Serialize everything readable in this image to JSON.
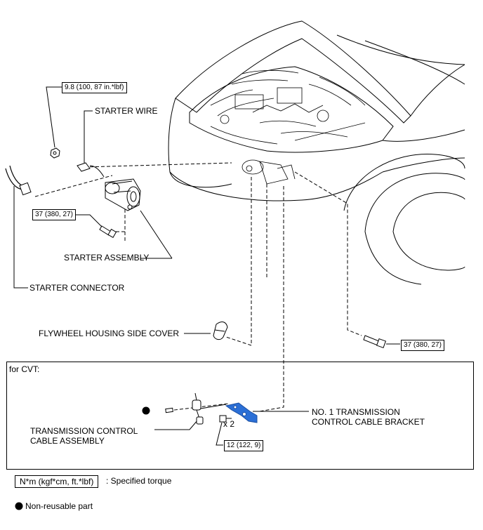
{
  "labels": {
    "starter_wire": "STARTER WIRE",
    "starter_assembly": "STARTER ASSEMBLY",
    "starter_connector": "STARTER CONNECTOR",
    "flywheel_cover": "FLYWHEEL HOUSING SIDE COVER",
    "tcc_assembly_line1": "TRANSMISSION CONTROL",
    "tcc_assembly_line2": "CABLE ASSEMBLY",
    "bracket_line1": "NO. 1 TRANSMISSION",
    "bracket_line2": "CONTROL CABLE BRACKET",
    "cvt_title": "for CVT:",
    "qty": "x 2"
  },
  "torques": {
    "nut_starter_wire": "9.8 (100, 87 in.*lbf)",
    "bolt_starter": "37 (380, 27)",
    "bolt_right": "37 (380, 27)",
    "bolt_bracket": "12 (122, 9)"
  },
  "legend": {
    "torque_unit": "N*m (kgf*cm, ft.*lbf)",
    "torque_desc": ": Specified torque",
    "nonreusable": "Non-reusable part"
  },
  "colors": {
    "line": "#000000",
    "bracket_blue": "#2b6fd6"
  }
}
